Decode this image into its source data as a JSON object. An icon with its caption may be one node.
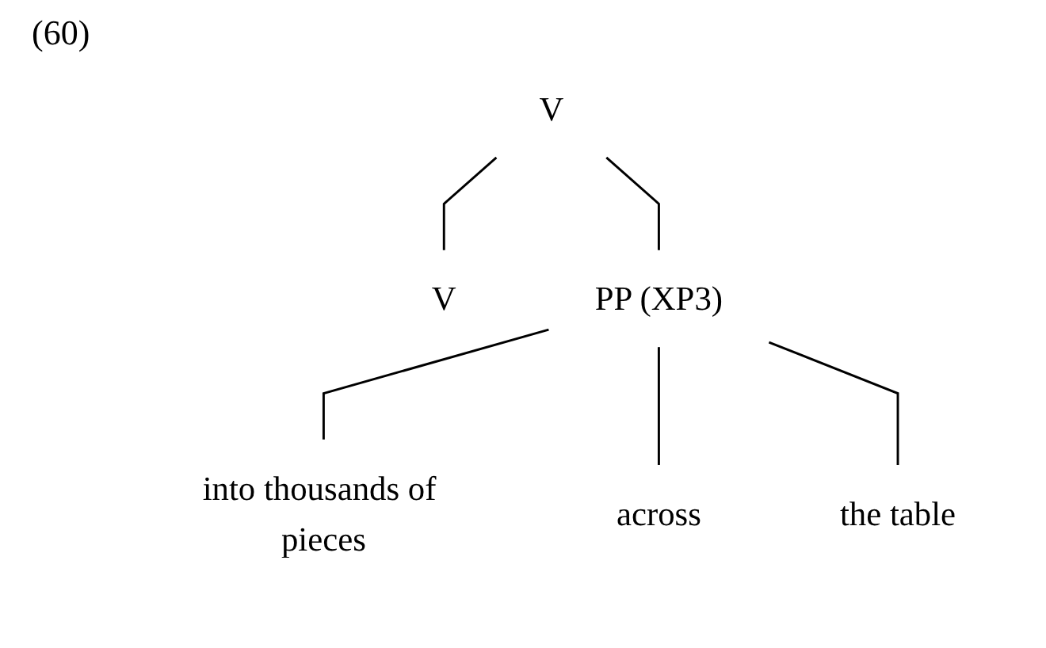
{
  "diagram": {
    "nodes": [
      {
        "text": [
          "V"
        ]
      },
      {
        "text": [
          "V"
        ]
      },
      {
        "text": [
          "PP (XP3)"
        ]
      },
      {
        "text": [
          "into thousands of pieces"
        ]
      },
      {
        "text": [
          "across"
        ]
      },
      {
        "text": [
          "the table"
        ]
      }
    ],
    "edges": [
      {
        "from": 0,
        "to": 1,
        "arrow": "none"
      },
      {
        "from": 0,
        "to": 2,
        "arrow": "none"
      },
      {
        "from": 2,
        "to": 3,
        "arrow": "none"
      },
      {
        "from": 2,
        "to": 4,
        "arrow": "none"
      },
      {
        "from": 2,
        "to": 5,
        "arrow": "none"
      }
    ],
    "labels": [
      "(60)"
    ]
  }
}
